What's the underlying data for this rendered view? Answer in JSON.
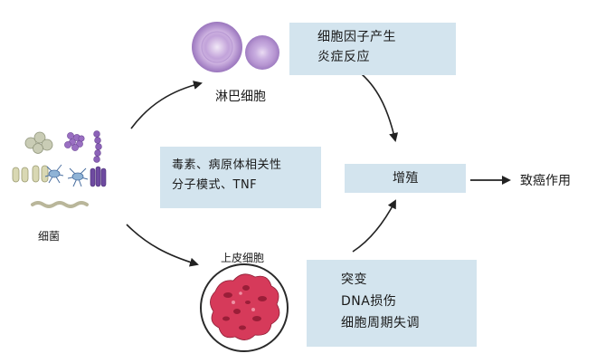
{
  "nodes": {
    "bacteria_label": "细菌",
    "lymphocyte_label": "淋巴细胞",
    "epithelial_label": "上皮细胞",
    "proliferation_label": "增殖",
    "carcinogenic_label": "致癌作用"
  },
  "boxes": {
    "cytokines": [
      "细胞因子产生",
      "炎症反应"
    ],
    "toxins": [
      "毒素、病原体相关性",
      "分子模式、TNF"
    ],
    "mutations": [
      "突变",
      "DNA损伤",
      "细胞周期失调"
    ]
  },
  "colors": {
    "box_fill": "#d3e4ee",
    "lymphocyte_fill": "#a98bc8",
    "epithelial_fill": "#d63a5a",
    "arrow": "#222222"
  }
}
